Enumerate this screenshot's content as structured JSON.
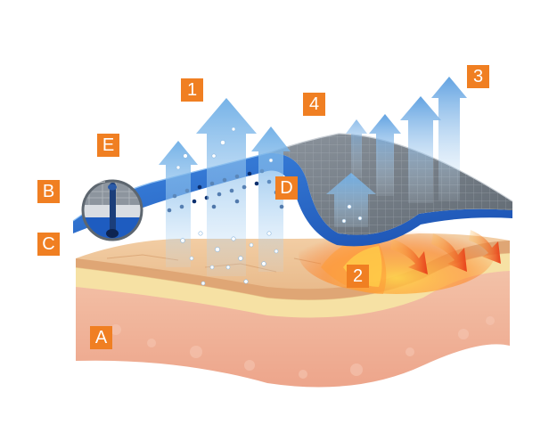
{
  "labels": {
    "n1": "1",
    "n2": "2",
    "n3": "3",
    "n4": "4",
    "A": "A",
    "B": "B",
    "C": "C",
    "D": "D",
    "E": "E"
  },
  "colors": {
    "badge": "#f07f22",
    "membrane_blue": "#1f63c6",
    "top_mesh": "#7f8892",
    "skin_top": "#f0c69a",
    "fat_layer": "#f6e2a6",
    "dermis": "#f1b79c",
    "vapor_arrow": "#7fb8e8",
    "heat_arrow": "#ef4a1c"
  },
  "icons": {
    "vapor_arrows": "up-arrow-icon",
    "heat_arrows": "heat-arrow-icon",
    "magnifier": "magnifier-circle-icon"
  }
}
